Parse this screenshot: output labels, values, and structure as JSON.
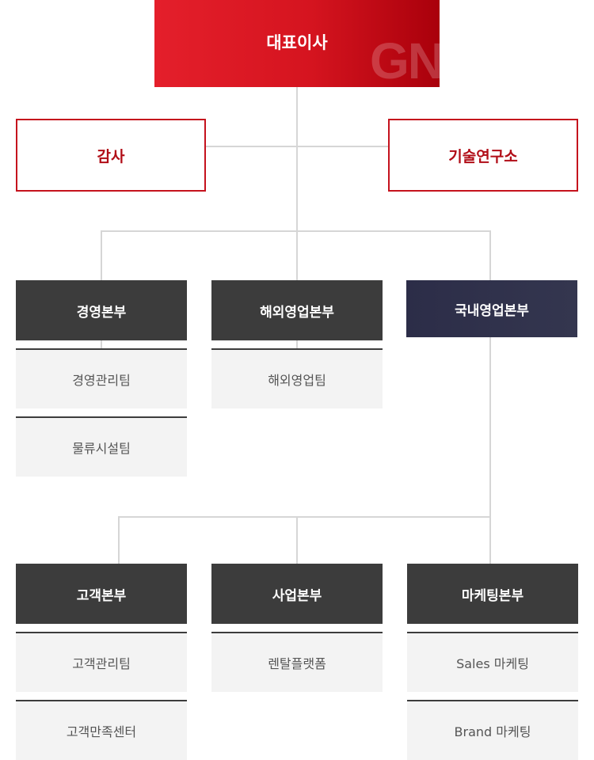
{
  "ceo": {
    "label": "대표이사",
    "watermark": "GN"
  },
  "staff": {
    "audit": "감사",
    "research": "기술연구소"
  },
  "divisions_top": [
    {
      "label": "경영본부",
      "teams": [
        "경영관리팀",
        "물류시설팀"
      ]
    },
    {
      "label": "해외영업본부",
      "teams": [
        "해외영업팀"
      ]
    },
    {
      "label": "국내영업본부",
      "teams": []
    }
  ],
  "divisions_bottom": [
    {
      "label": "고객본부",
      "teams": [
        "고객관리팀",
        "고객만족센터"
      ]
    },
    {
      "label": "사업본부",
      "teams": [
        "렌탈플랫폼"
      ]
    },
    {
      "label": "마케팅본부",
      "teams": [
        "Sales 마케팅",
        "Brand 마케팅"
      ]
    }
  ],
  "colors": {
    "ceo_red": "#e41f2b",
    "outline_red": "#c5121d",
    "division_dark": "#3c3c3c",
    "division_navy": "#2c2d48",
    "team_bg": "#f3f3f3",
    "connector": "#d6d6d6"
  }
}
